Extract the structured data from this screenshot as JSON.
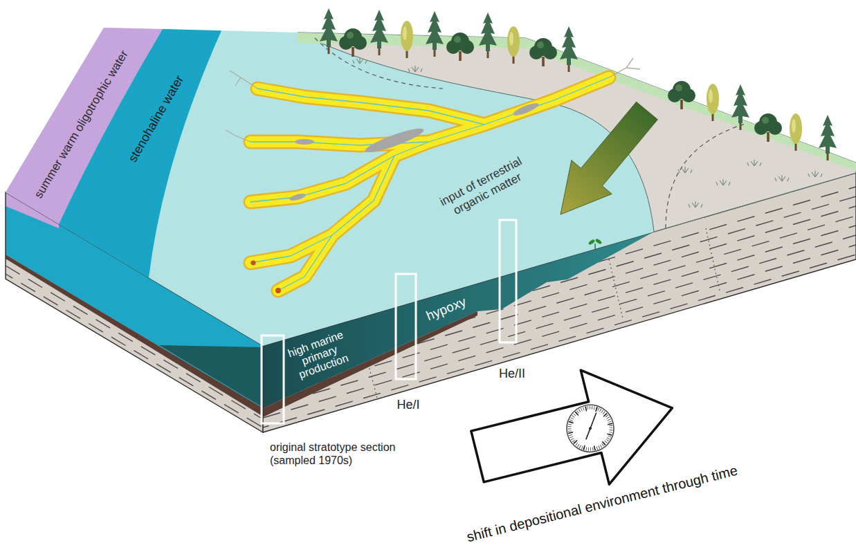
{
  "diagram": {
    "labels": [
      "summer warm oligotrophic water",
      "stenohaline water",
      "input of terrestrial organic matter",
      "high marine primary production",
      "hypoxy",
      "He/I",
      "He/II",
      "original stratotype section (sampled 1970s)",
      "shift in depositional environment through time"
    ]
  }
}
